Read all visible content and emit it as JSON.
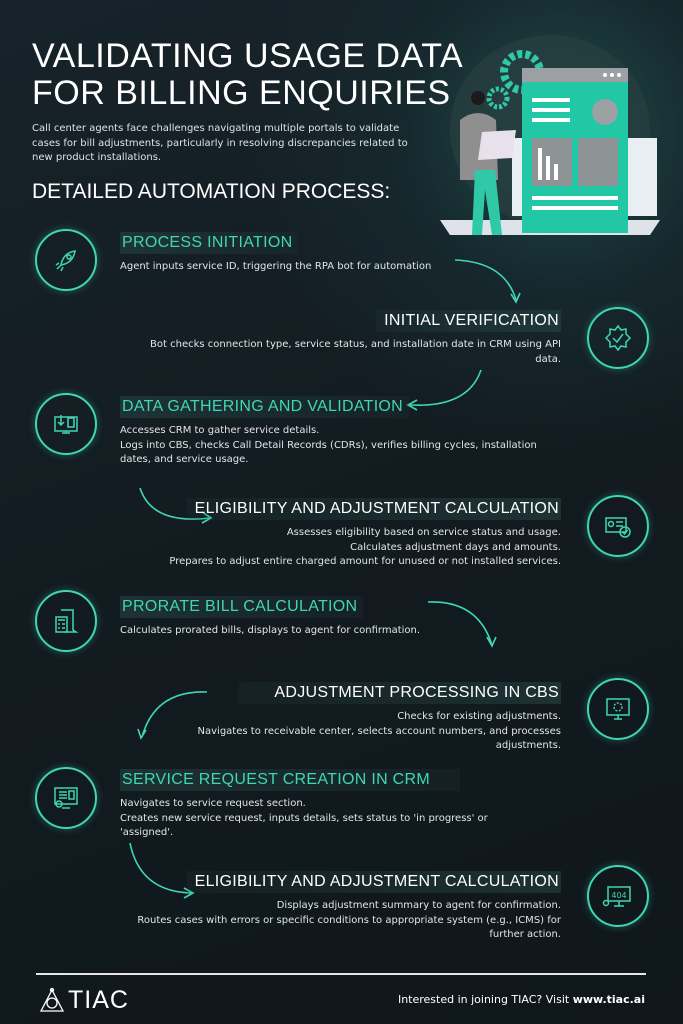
{
  "header": {
    "title_line1": "VALIDATING USAGE DATA",
    "title_line2": "FOR BILLING ENQUIRIES",
    "intro": "Call center agents face challenges navigating multiple portals to validate cases for bill adjustments, particularly in resolving discrepancies related to new product installations.",
    "subtitle": "DETAILED AUTOMATION PROCESS:"
  },
  "steps": [
    {
      "title": "PROCESS INITIATION",
      "icon": "rocket-icon",
      "lines": [
        "Agent inputs service ID, triggering the RPA bot for automation"
      ]
    },
    {
      "title": "INITIAL VERIFICATION",
      "icon": "badge-check-icon",
      "lines": [
        "Bot checks connection type, service status, and installation date in CRM using API data."
      ]
    },
    {
      "title": "DATA GATHERING AND VALIDATION",
      "icon": "download-monitor-icon",
      "lines": [
        "Accesses CRM to gather service details.",
        "Logs into CBS, checks Call Detail Records (CDRs), verifies billing cycles, installation dates, and service usage."
      ]
    },
    {
      "title": "ELIGIBILITY AND ADJUSTMENT CALCULATION",
      "icon": "certificate-icon",
      "lines": [
        "Assesses eligibility based on service status and usage.",
        "Calculates adjustment days and amounts.",
        "Prepares to adjust entire charged amount for unused or not installed services."
      ]
    },
    {
      "title": "PRORATE BILL CALCULATION",
      "icon": "calculator-icon",
      "lines": [
        "Calculates prorated bills, displays to agent for confirmation."
      ]
    },
    {
      "title": "ADJUSTMENT PROCESSING IN CBS",
      "icon": "monitor-gear-icon",
      "lines": [
        "Checks for existing adjustments.",
        "Navigates to receivable center, selects account numbers, and processes adjustments."
      ]
    },
    {
      "title": "SERVICE REQUEST CREATION IN CRM",
      "icon": "form-monitor-icon",
      "lines": [
        "Navigates to service request section.",
        "Creates new service request, inputs details, sets status to 'in progress' or 'assigned'."
      ]
    },
    {
      "title": "ELIGIBILITY AND ADJUSTMENT CALCULATION",
      "icon": "error-404-icon",
      "lines": [
        "Displays adjustment summary to agent for confirmation.",
        "Routes cases with errors or specific conditions to appropriate system (e.g., ICMS) for further action."
      ]
    }
  ],
  "footer": {
    "logo": "TIAC",
    "cta_text": "Interested in joining TIAC? Visit ",
    "cta_link": "www.tiac.ai"
  },
  "colors": {
    "accent": "#3fd6b4",
    "background": "#121b20"
  }
}
